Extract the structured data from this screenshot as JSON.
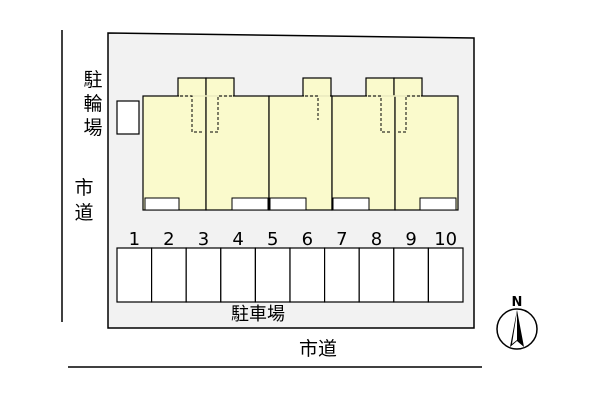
{
  "labels": {
    "bike_parking": [
      "駐",
      "輪",
      "場"
    ],
    "road_left": [
      "市",
      "道"
    ],
    "road_bottom": "市道",
    "parking_lot": "駐車場",
    "north": "N"
  },
  "parking_spaces": [
    "1",
    "2",
    "3",
    "4",
    "5",
    "6",
    "7",
    "8",
    "9",
    "10"
  ],
  "colors": {
    "lot": "#f2f2f2",
    "building": "#fafacc",
    "outline": "#000000"
  }
}
